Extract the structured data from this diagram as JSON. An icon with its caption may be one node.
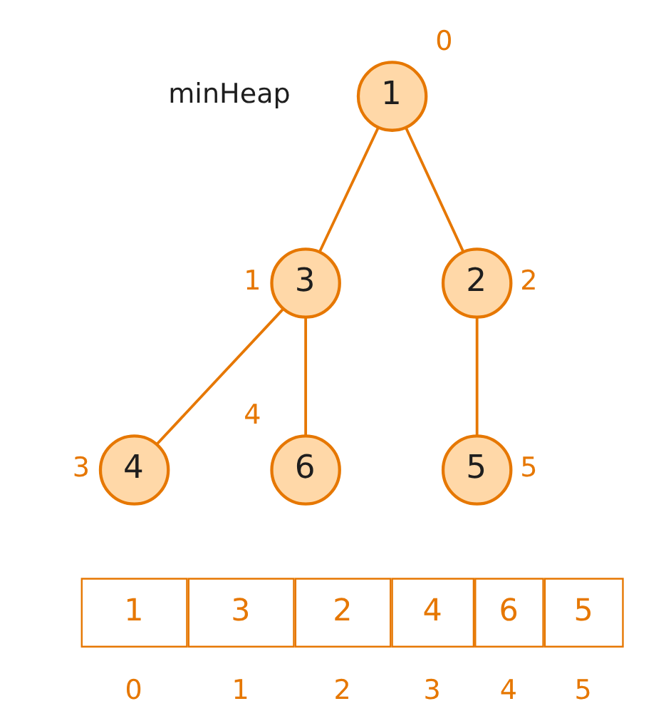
{
  "diagram": {
    "nodes": [
      {
        "text": [
          "1"
        ],
        "beside": [
          "0"
        ]
      },
      {
        "text": [
          "3"
        ],
        "beside": [
          "1"
        ]
      },
      {
        "text": [
          "2"
        ],
        "beside": [
          "2"
        ]
      },
      {
        "text": [
          "4"
        ],
        "beside": [
          "3"
        ]
      },
      {
        "text": [
          "6"
        ],
        "beside": [
          "4"
        ]
      },
      {
        "text": [
          "5"
        ],
        "beside": [
          "5"
        ]
      },
      {
        "text": [
          "1"
        ],
        "beside": [
          "0"
        ]
      },
      {
        "text": [
          "3"
        ],
        "beside": [
          "1"
        ]
      },
      {
        "text": [
          "2"
        ],
        "beside": [
          "2"
        ]
      },
      {
        "text": [
          "4"
        ],
        "beside": [
          "3"
        ]
      },
      {
        "text": [
          "6"
        ],
        "beside": [
          "4"
        ]
      },
      {
        "text": [
          "5"
        ],
        "beside": [
          "5"
        ]
      }
    ],
    "edges": [
      {
        "from": 0,
        "to": 1,
        "arrow": "none"
      },
      {
        "from": 0,
        "to": 2,
        "arrow": "none"
      },
      {
        "from": 1,
        "to": 3,
        "arrow": "none"
      },
      {
        "from": 1,
        "to": 4,
        "arrow": "none"
      },
      {
        "from": 2,
        "to": 5,
        "arrow": "none"
      }
    ],
    "labels": [
      "minHeap"
    ]
  }
}
